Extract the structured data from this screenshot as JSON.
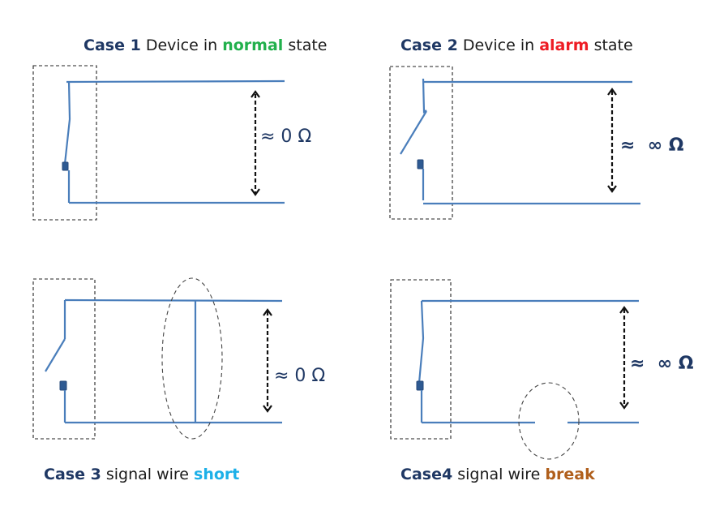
{
  "colors": {
    "wire": "#4a7ebb",
    "case_label": "#1f3864",
    "normal": "#22b04c",
    "alarm": "#ee1c24",
    "short": "#1cb0e8",
    "break": "#b05f1c"
  },
  "cases": [
    {
      "case_label": "Case 1",
      "text_before": " Device in ",
      "keyword": "normal",
      "text_after": " state",
      "resistance": "≈ 0 Ω",
      "switch_state": "closed",
      "fault": "none"
    },
    {
      "case_label": "Case 2",
      "text_before": " Device in ",
      "keyword": "alarm",
      "text_after": " state",
      "resistance": "≈  ∞ Ω",
      "switch_state": "open",
      "fault": "none"
    },
    {
      "case_label": "Case 3",
      "text_before": " signal wire ",
      "keyword": "short",
      "text_after": "",
      "resistance": "≈ 0 Ω",
      "switch_state": "open",
      "fault": "short"
    },
    {
      "case_label": "Case4",
      "text_before": " signal wire ",
      "keyword": "break",
      "text_after": "",
      "resistance": "≈  ∞ Ω",
      "switch_state": "closed",
      "fault": "break"
    }
  ]
}
